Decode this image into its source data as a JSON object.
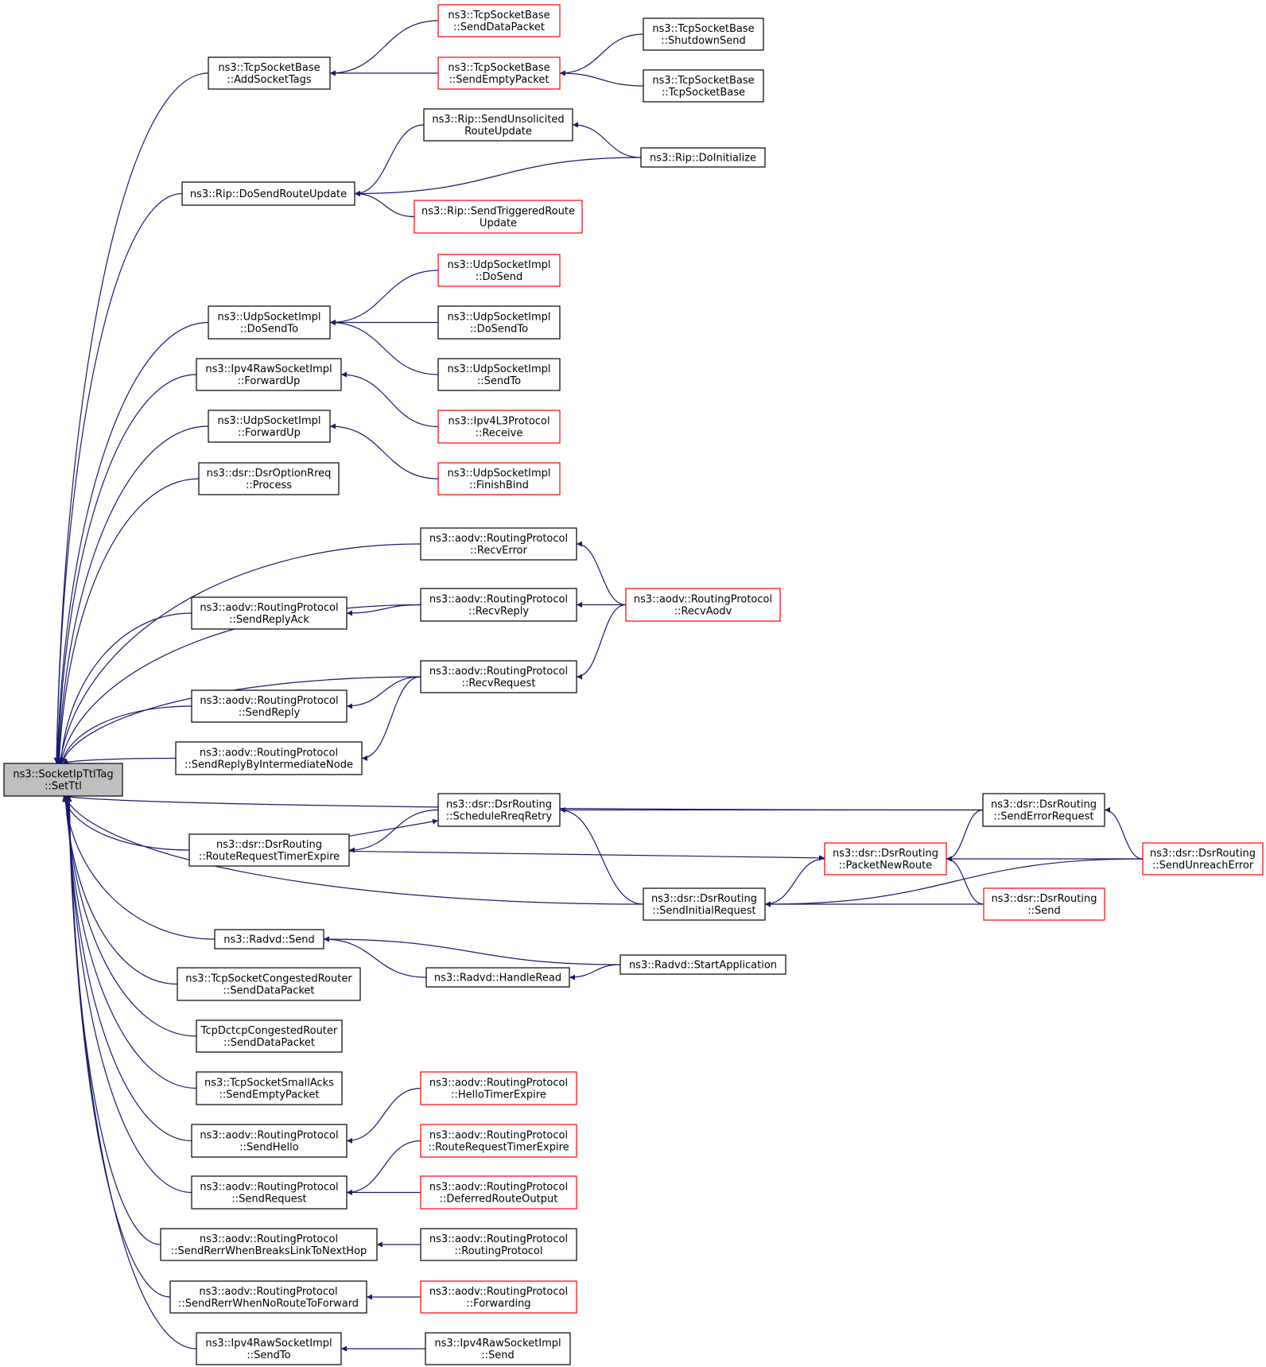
{
  "colors": {
    "edge": "#191970",
    "highlight_border": "#ff0000",
    "normal_border": "#000000",
    "root_fill": "#bfbfbf"
  },
  "nodes": {
    "root": {
      "lines": [
        "ns3::SocketIpTtlTag",
        "::SetTtl"
      ],
      "style": "root"
    },
    "tcp_addtags": {
      "lines": [
        "ns3::TcpSocketBase",
        "::AddSocketTags"
      ],
      "style": "black"
    },
    "tcp_senddata": {
      "lines": [
        "ns3::TcpSocketBase",
        "::SendDataPacket"
      ],
      "style": "red"
    },
    "tcp_sendempty": {
      "lines": [
        "ns3::TcpSocketBase",
        "::SendEmptyPacket"
      ],
      "style": "red"
    },
    "tcp_shutdown": {
      "lines": [
        "ns3::TcpSocketBase",
        "::ShutdownSend"
      ],
      "style": "black"
    },
    "tcp_ctor": {
      "lines": [
        "ns3::TcpSocketBase",
        "::TcpSocketBase"
      ],
      "style": "black"
    },
    "rip_unsol": {
      "lines": [
        "ns3::Rip::SendUnsolicited",
        "RouteUpdate"
      ],
      "style": "black"
    },
    "rip_doinit": {
      "lines": [
        "ns3::Rip::DoInitialize"
      ],
      "style": "black"
    },
    "rip_dosend": {
      "lines": [
        "ns3::Rip::DoSendRouteUpdate"
      ],
      "style": "black"
    },
    "rip_trig": {
      "lines": [
        "ns3::Rip::SendTriggeredRoute",
        "Update"
      ],
      "style": "red"
    },
    "udp_dosend": {
      "lines": [
        "ns3::UdpSocketImpl",
        "::DoSend"
      ],
      "style": "red"
    },
    "udp_dosendto": {
      "lines": [
        "ns3::UdpSocketImpl",
        "::DoSendTo"
      ],
      "style": "black"
    },
    "udp_dosendto2": {
      "lines": [
        "ns3::UdpSocketImpl",
        "::DoSendTo"
      ],
      "style": "black"
    },
    "udp_sendto": {
      "lines": [
        "ns3::UdpSocketImpl",
        "::SendTo"
      ],
      "style": "black"
    },
    "ipv4raw_fwd": {
      "lines": [
        "ns3::Ipv4RawSocketImpl",
        "::ForwardUp"
      ],
      "style": "black"
    },
    "ipv4l3_recv": {
      "lines": [
        "ns3::Ipv4L3Protocol",
        "::Receive"
      ],
      "style": "red"
    },
    "udp_fwd": {
      "lines": [
        "ns3::UdpSocketImpl",
        "::ForwardUp"
      ],
      "style": "black"
    },
    "udp_finish": {
      "lines": [
        "ns3::UdpSocketImpl",
        "::FinishBind"
      ],
      "style": "red"
    },
    "dsr_process": {
      "lines": [
        "ns3::dsr::DsrOptionRreq",
        "::Process"
      ],
      "style": "black"
    },
    "aodv_recverr": {
      "lines": [
        "ns3::aodv::RoutingProtocol",
        "::RecvError"
      ],
      "style": "black"
    },
    "aodv_recvaodv": {
      "lines": [
        "ns3::aodv::RoutingProtocol",
        "::RecvAodv"
      ],
      "style": "red"
    },
    "aodv_replyack": {
      "lines": [
        "ns3::aodv::RoutingProtocol",
        "::SendReplyAck"
      ],
      "style": "black"
    },
    "aodv_recvreply": {
      "lines": [
        "ns3::aodv::RoutingProtocol",
        "::RecvReply"
      ],
      "style": "black"
    },
    "aodv_recvreq": {
      "lines": [
        "ns3::aodv::RoutingProtocol",
        "::RecvRequest"
      ],
      "style": "black"
    },
    "aodv_sendreply": {
      "lines": [
        "ns3::aodv::RoutingProtocol",
        "::SendReply"
      ],
      "style": "black"
    },
    "aodv_replyint": {
      "lines": [
        "ns3::aodv::RoutingProtocol",
        "::SendReplyByIntermediateNode"
      ],
      "style": "black"
    },
    "dsr_errreq": {
      "lines": [
        "ns3::dsr::DsrRouting",
        "::SendErrorRequest"
      ],
      "style": "black"
    },
    "dsr_sched": {
      "lines": [
        "ns3::dsr::DsrRouting",
        "::ScheduleRreqRetry"
      ],
      "style": "black"
    },
    "dsr_rrte": {
      "lines": [
        "ns3::dsr::DsrRouting",
        "::RouteRequestTimerExpire"
      ],
      "style": "black"
    },
    "dsr_pktnew": {
      "lines": [
        "ns3::dsr::DsrRouting",
        "::PacketNewRoute"
      ],
      "style": "red"
    },
    "dsr_unreach": {
      "lines": [
        "ns3::dsr::DsrRouting",
        "::SendUnreachError"
      ],
      "style": "red"
    },
    "dsr_initreq": {
      "lines": [
        "ns3::dsr::DsrRouting",
        "::SendInitialRequest"
      ],
      "style": "black"
    },
    "dsr_send": {
      "lines": [
        "ns3::dsr::DsrRouting",
        "::Send"
      ],
      "style": "red"
    },
    "radvd_send": {
      "lines": [
        "ns3::Radvd::Send"
      ],
      "style": "black"
    },
    "radvd_start": {
      "lines": [
        "ns3::Radvd::StartApplication"
      ],
      "style": "black"
    },
    "radvd_handle": {
      "lines": [
        "ns3::Radvd::HandleRead"
      ],
      "style": "black"
    },
    "tcp_cong": {
      "lines": [
        "ns3::TcpSocketCongestedRouter",
        "::SendDataPacket"
      ],
      "style": "black"
    },
    "tcp_dctcp": {
      "lines": [
        "TcpDctcpCongestedRouter",
        "::SendDataPacket"
      ],
      "style": "black"
    },
    "tcp_small": {
      "lines": [
        "ns3::TcpSocketSmallAcks",
        "::SendEmptyPacket"
      ],
      "style": "black"
    },
    "aodv_hellote": {
      "lines": [
        "ns3::aodv::RoutingProtocol",
        "::HelloTimerExpire"
      ],
      "style": "red"
    },
    "aodv_sendhello": {
      "lines": [
        "ns3::aodv::RoutingProtocol",
        "::SendHello"
      ],
      "style": "black"
    },
    "aodv_rrte": {
      "lines": [
        "ns3::aodv::RoutingProtocol",
        "::RouteRequestTimerExpire"
      ],
      "style": "red"
    },
    "aodv_sendreq": {
      "lines": [
        "ns3::aodv::RoutingProtocol",
        "::SendRequest"
      ],
      "style": "black"
    },
    "aodv_deferred": {
      "lines": [
        "ns3::aodv::RoutingProtocol",
        "::DeferredRouteOutput"
      ],
      "style": "red"
    },
    "aodv_rerrbreak": {
      "lines": [
        "ns3::aodv::RoutingProtocol",
        "::SendRerrWhenBreaksLinkToNextHop"
      ],
      "style": "black"
    },
    "aodv_rp": {
      "lines": [
        "ns3::aodv::RoutingProtocol",
        "::RoutingProtocol"
      ],
      "style": "black"
    },
    "aodv_rerrnoroute": {
      "lines": [
        "ns3::aodv::RoutingProtocol",
        "::SendRerrWhenNoRouteToForward"
      ],
      "style": "black"
    },
    "aodv_fwd": {
      "lines": [
        "ns3::aodv::RoutingProtocol",
        "::Forwarding"
      ],
      "style": "red"
    },
    "ipv4raw_sendto": {
      "lines": [
        "ns3::Ipv4RawSocketImpl",
        "::SendTo"
      ],
      "style": "black"
    },
    "ipv4raw_send": {
      "lines": [
        "ns3::Ipv4RawSocketImpl",
        "::Send"
      ],
      "style": "black"
    }
  },
  "edges": [
    [
      "tcp_addtags",
      "root"
    ],
    [
      "rip_dosend",
      "root"
    ],
    [
      "udp_dosendto",
      "root"
    ],
    [
      "ipv4raw_fwd",
      "root"
    ],
    [
      "udp_fwd",
      "root"
    ],
    [
      "dsr_process",
      "root"
    ],
    [
      "aodv_recverr",
      "root"
    ],
    [
      "aodv_recvreply",
      "root"
    ],
    [
      "aodv_replyack",
      "root"
    ],
    [
      "aodv_recvreq",
      "root"
    ],
    [
      "aodv_sendreply",
      "root"
    ],
    [
      "aodv_replyint",
      "root"
    ],
    [
      "dsr_errreq",
      "root"
    ],
    [
      "dsr_rrte",
      "root"
    ],
    [
      "dsr_initreq",
      "root"
    ],
    [
      "radvd_send",
      "root"
    ],
    [
      "tcp_cong",
      "root"
    ],
    [
      "tcp_dctcp",
      "root"
    ],
    [
      "tcp_small",
      "root"
    ],
    [
      "aodv_sendhello",
      "root"
    ],
    [
      "aodv_sendreq",
      "root"
    ],
    [
      "aodv_rerrbreak",
      "root"
    ],
    [
      "aodv_rerrnoroute",
      "root"
    ],
    [
      "ipv4raw_sendto",
      "root"
    ],
    [
      "tcp_senddata",
      "tcp_addtags"
    ],
    [
      "tcp_sendempty",
      "tcp_addtags"
    ],
    [
      "tcp_shutdown",
      "tcp_sendempty"
    ],
    [
      "tcp_ctor",
      "tcp_sendempty"
    ],
    [
      "rip_unsol",
      "rip_dosend"
    ],
    [
      "rip_doinit",
      "rip_dosend"
    ],
    [
      "rip_trig",
      "rip_dosend"
    ],
    [
      "rip_doinit",
      "rip_unsol"
    ],
    [
      "udp_dosend",
      "udp_dosendto"
    ],
    [
      "udp_dosendto2",
      "udp_dosendto"
    ],
    [
      "udp_sendto",
      "udp_dosendto"
    ],
    [
      "ipv4l3_recv",
      "ipv4raw_fwd"
    ],
    [
      "udp_finish",
      "udp_fwd"
    ],
    [
      "aodv_recvaodv",
      "aodv_recverr"
    ],
    [
      "aodv_recvaodv",
      "aodv_recvreply"
    ],
    [
      "aodv_recvreply",
      "aodv_replyack"
    ],
    [
      "aodv_recvaodv",
      "aodv_recvreq"
    ],
    [
      "aodv_recvreq",
      "aodv_sendreply"
    ],
    [
      "aodv_recvreq",
      "aodv_replyint"
    ],
    [
      "dsr_errreq",
      "dsr_sched"
    ],
    [
      "dsr_initreq",
      "dsr_sched"
    ],
    [
      "dsr_rrte",
      "dsr_sched"
    ],
    [
      "dsr_sched",
      "dsr_rrte"
    ],
    [
      "dsr_rrte",
      "dsr_pktnew"
    ],
    [
      "dsr_errreq",
      "dsr_pktnew"
    ],
    [
      "dsr_unreach",
      "dsr_pktnew"
    ],
    [
      "dsr_send",
      "dsr_pktnew"
    ],
    [
      "dsr_unreach",
      "dsr_errreq"
    ],
    [
      "dsr_pktnew",
      "dsr_initreq"
    ],
    [
      "dsr_send",
      "dsr_initreq"
    ],
    [
      "dsr_unreach",
      "dsr_initreq"
    ],
    [
      "radvd_start",
      "radvd_send"
    ],
    [
      "radvd_handle",
      "radvd_send"
    ],
    [
      "radvd_start",
      "radvd_handle"
    ],
    [
      "aodv_hellote",
      "aodv_sendhello"
    ],
    [
      "aodv_rrte",
      "aodv_sendreq"
    ],
    [
      "aodv_deferred",
      "aodv_sendreq"
    ],
    [
      "aodv_rp",
      "aodv_rerrbreak"
    ],
    [
      "aodv_fwd",
      "aodv_rerrnoroute"
    ],
    [
      "ipv4raw_send",
      "ipv4raw_sendto"
    ]
  ]
}
